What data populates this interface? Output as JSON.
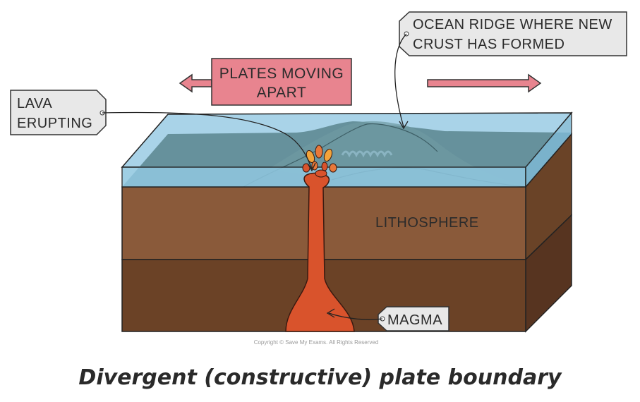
{
  "labels": {
    "plates_moving_line1": "PLATES MOVING",
    "plates_moving_line2": "APART",
    "ocean_ridge_line1": "OCEAN RIDGE WHERE NEW",
    "ocean_ridge_line2": "CRUST HAS FORMED",
    "lava_line1": "LAVA",
    "lava_line2": "ERUPTING",
    "lithosphere": "LITHOSPHERE",
    "magma": "MAGMA"
  },
  "copyright": "Copyright © Save My Exams. All Rights Reserved",
  "caption": "Divergent (constructive) plate boundary",
  "colors": {
    "ocean_top": "#a9d3e8",
    "ocean_front": "#8fc7e0",
    "seafloor": "#5e8a94",
    "lithosphere_upper": "#8a5a3a",
    "lithosphere_lower": "#6b4226",
    "side_upper": "#6a4327",
    "side_lower": "#573420",
    "magma": "#d9532c",
    "pink_label": "#e8848f",
    "tag_fill": "#e8e8e8"
  }
}
